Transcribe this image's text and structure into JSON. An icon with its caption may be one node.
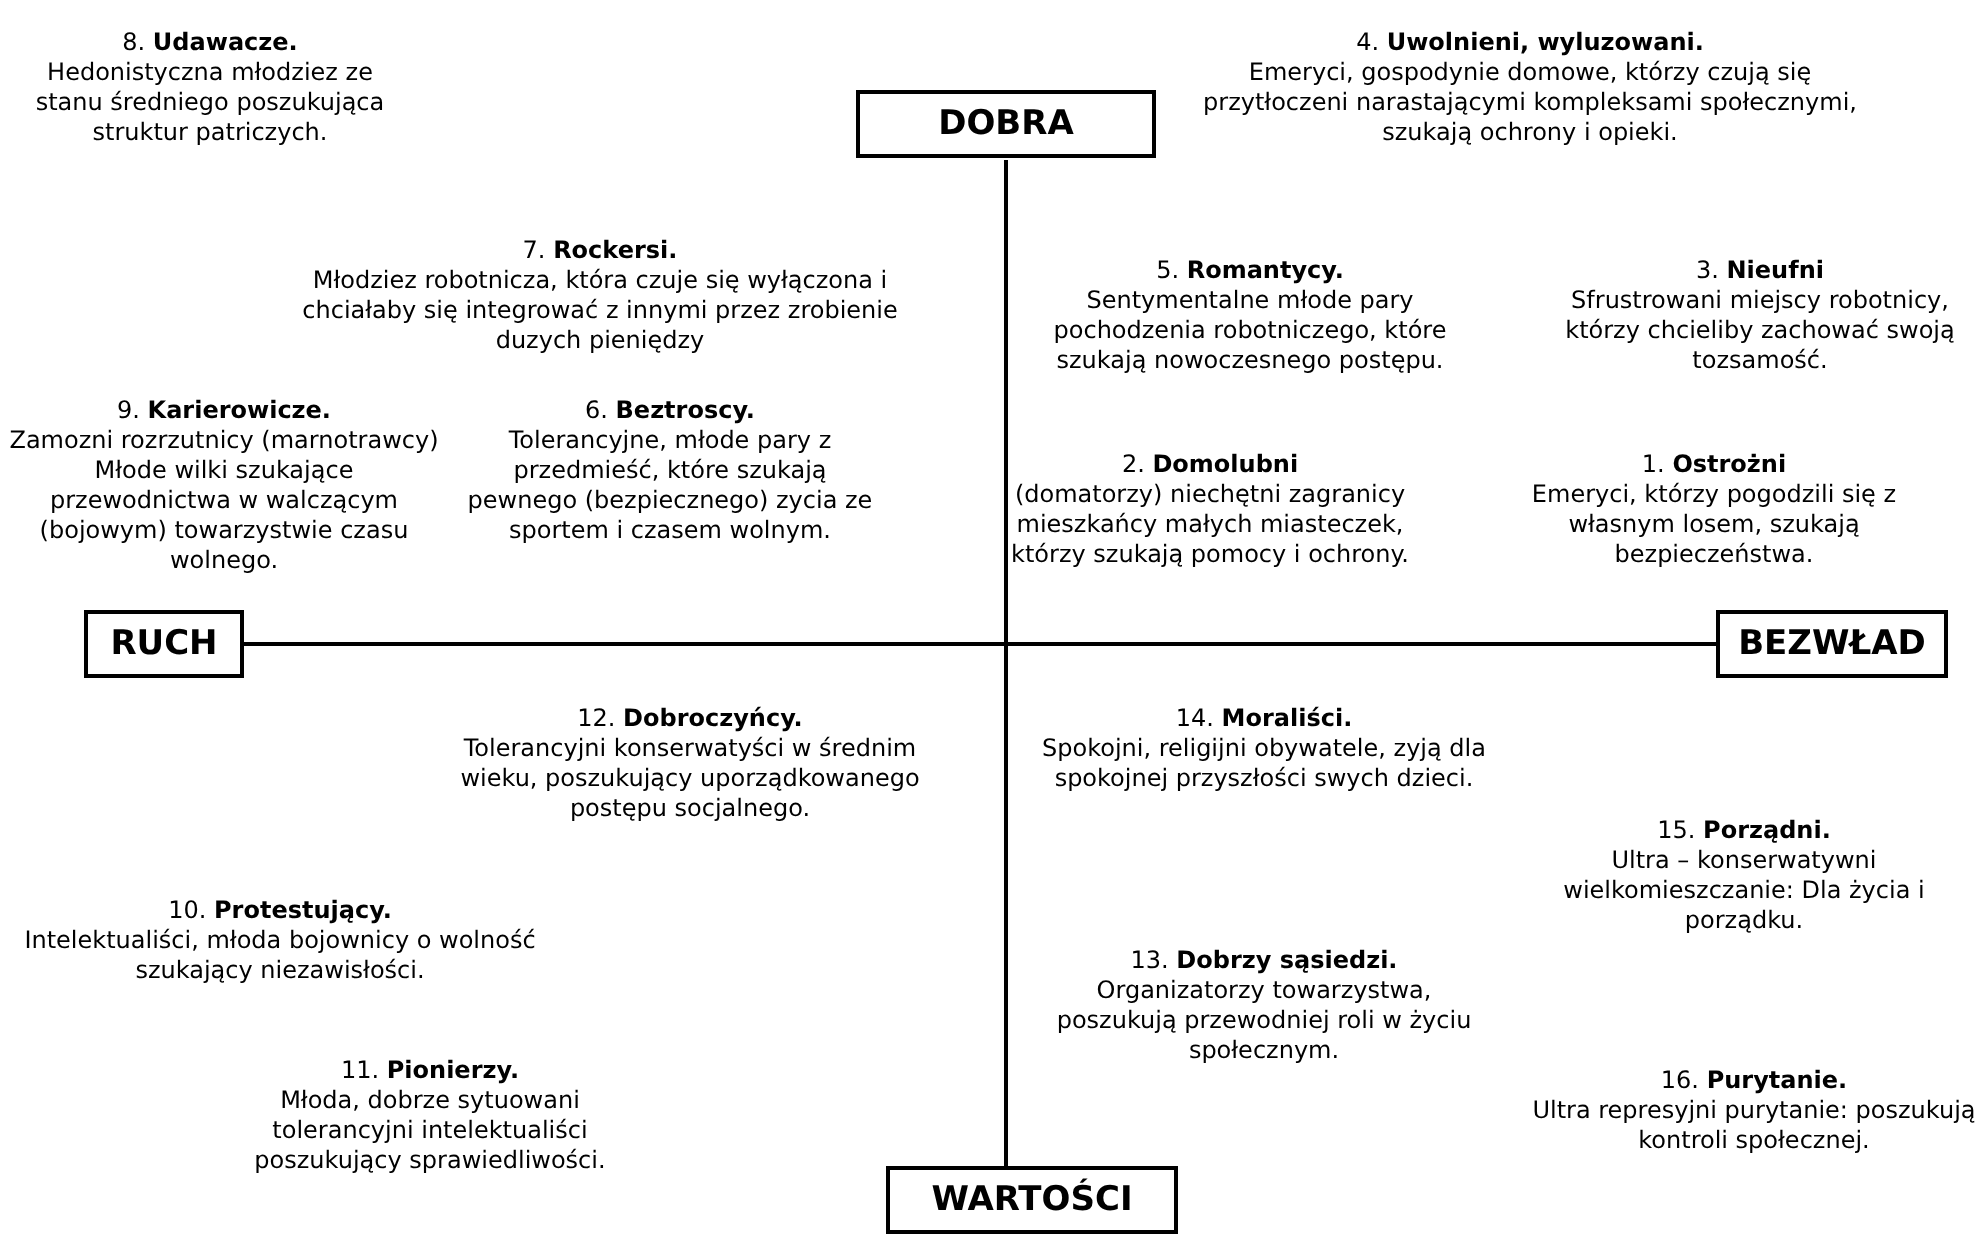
{
  "diagram": {
    "nodes": [
      {
        "text": [
          "DOBRA"
        ]
      },
      {
        "text": [
          "RUCH"
        ]
      },
      {
        "text": [
          "BEZWŁAD"
        ]
      },
      {
        "text": [
          "WARTOŚCI"
        ]
      }
    ],
    "labels": [
      "8. **Udawacze.**",
      "Hedonistyczna młodziez ze stanu średniego poszukująca struktur patriczych.",
      "4. **Uwolnieni, wyluzowani.**",
      "Emeryci, gospodynie domowe, którzy czują się przytłoczeni narastającymi kompleksami społecznymi, szukają ochrony i opieki.",
      "7. **Rockersi.**",
      "Młodziez robotnicza, która czuje się wyłączona i chciałaby się integrować z innymi przez zrobienie duzych pieniędzy",
      "5. **Romantycy.**",
      "Sentymentalne młode pary pochodzenia robotniczego, które szukają nowoczesnego postępu.",
      "3. **Nieufni**",
      "Sfrustrowani miejscy robotnicy, którzy chcieliby zachować swoją tozsamość.",
      "9. **Karierowicze.**",
      "Zamozni rozrzutnicy (marnotrawcy) Młode wilki szukające przewodnictwa w walczącym (bojowym) towarzystwie czasu wolnego.",
      "6. **Beztroscy.**",
      "Tolerancyjne, młode pary z przedmieść, które szukają pewnego (bezpiecznego) zycia ze sportem i czasem wolnym.",
      "2. **Domolubni**",
      "(domatorzy) niechętni zagranicy mieszkańcy małych miasteczek, którzy szukają pomocy i ochrony.",
      "1. **Ostrożni**",
      "Emeryci, którzy pogodzili się z własnym losem, szukają bezpieczeństwa.",
      "12. **Dobroczyńcy.**",
      "Tolerancyjni konserwatyści w średnim wieku, poszukujący uporządkowanego postępu socjalnego.",
      "14. **Moraliści.**",
      "Spokojni, religijni obywatele, zyją dla spokojnej przyszłości swych dzieci.",
      "15. **Porządni.**",
      "Ultra – konserwatywni wielkomieszczanie: Dla życia i porządku.",
      "10. **Protestujący.**",
      "Intelektualiści, młoda bojownicy o wolność szukający niezawisłości.",
      "13. **Dobrzy sąsiedzi.**",
      "Organizatorzy towarzystwa, poszukują przewodniej roli w życiu społecznym.",
      "16. **Purytanie.**",
      "Ultra represyjni purytanie: poszukują kontroli społecznej.",
      "11. **Pionierzy.**",
      "Młoda, dobrze sytuowani tolerancyjni intelektualiści poszukujący sprawiedliwości."
    ]
  }
}
